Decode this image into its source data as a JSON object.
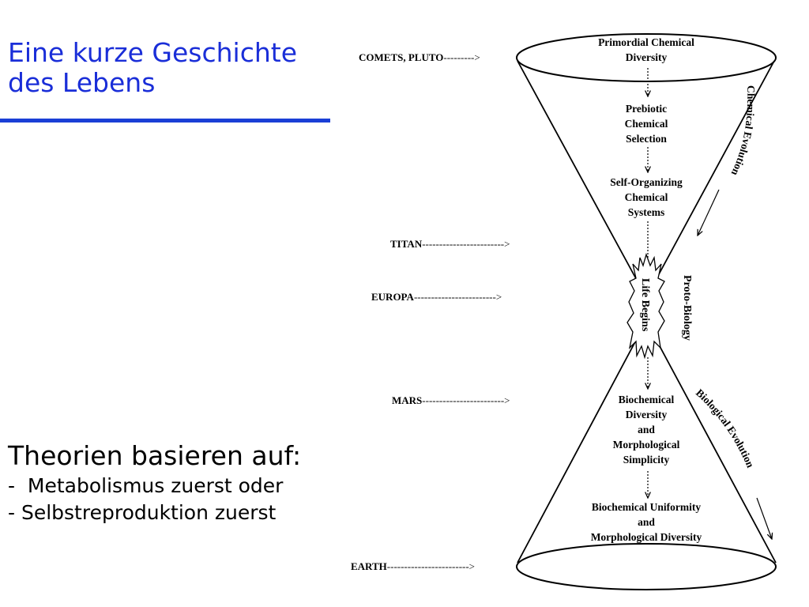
{
  "slide": {
    "title_line1": "Eine kurze Geschichte",
    "title_line2": "des Lebens",
    "theory_heading": "Theorien basieren auf:",
    "theory_items": [
      "-  Metabolismus zuerst oder",
      "- Selbstreproduktion zuerst"
    ]
  },
  "diagram": {
    "top_cone": {
      "label_line1": "Primordial Chemical",
      "label_line2": "Diversity",
      "stage2": [
        "Prebiotic",
        "Chemical",
        "Selection"
      ],
      "stage3": [
        "Self-Organizing",
        "Chemical",
        "Systems"
      ]
    },
    "center": "Life Begins",
    "bottom_cone": {
      "stage1": [
        "Biochemical",
        "Diversity",
        "and",
        "Morphological",
        "Simplicity"
      ],
      "stage2": [
        "Biochemical Uniformity",
        "and",
        "Morphological Diversity"
      ]
    },
    "side_labels": {
      "chemical": "Chemical Evolution",
      "proto": "Proto-Biology",
      "biological": "Biological Evolution"
    },
    "bodies": [
      {
        "name": "COMETS, PLUTO",
        "arrow": "--------->"
      },
      {
        "name": "TITAN",
        "arrow": "------------------------>"
      },
      {
        "name": "EUROPA",
        "arrow": "------------------------>"
      },
      {
        "name": "MARS",
        "arrow": "------------------------>"
      },
      {
        "name": "EARTH",
        "arrow": "------------------------>"
      }
    ]
  },
  "colors": {
    "title": "#1a2ed8",
    "rule": "#1a3fd6",
    "text": "#000000"
  }
}
